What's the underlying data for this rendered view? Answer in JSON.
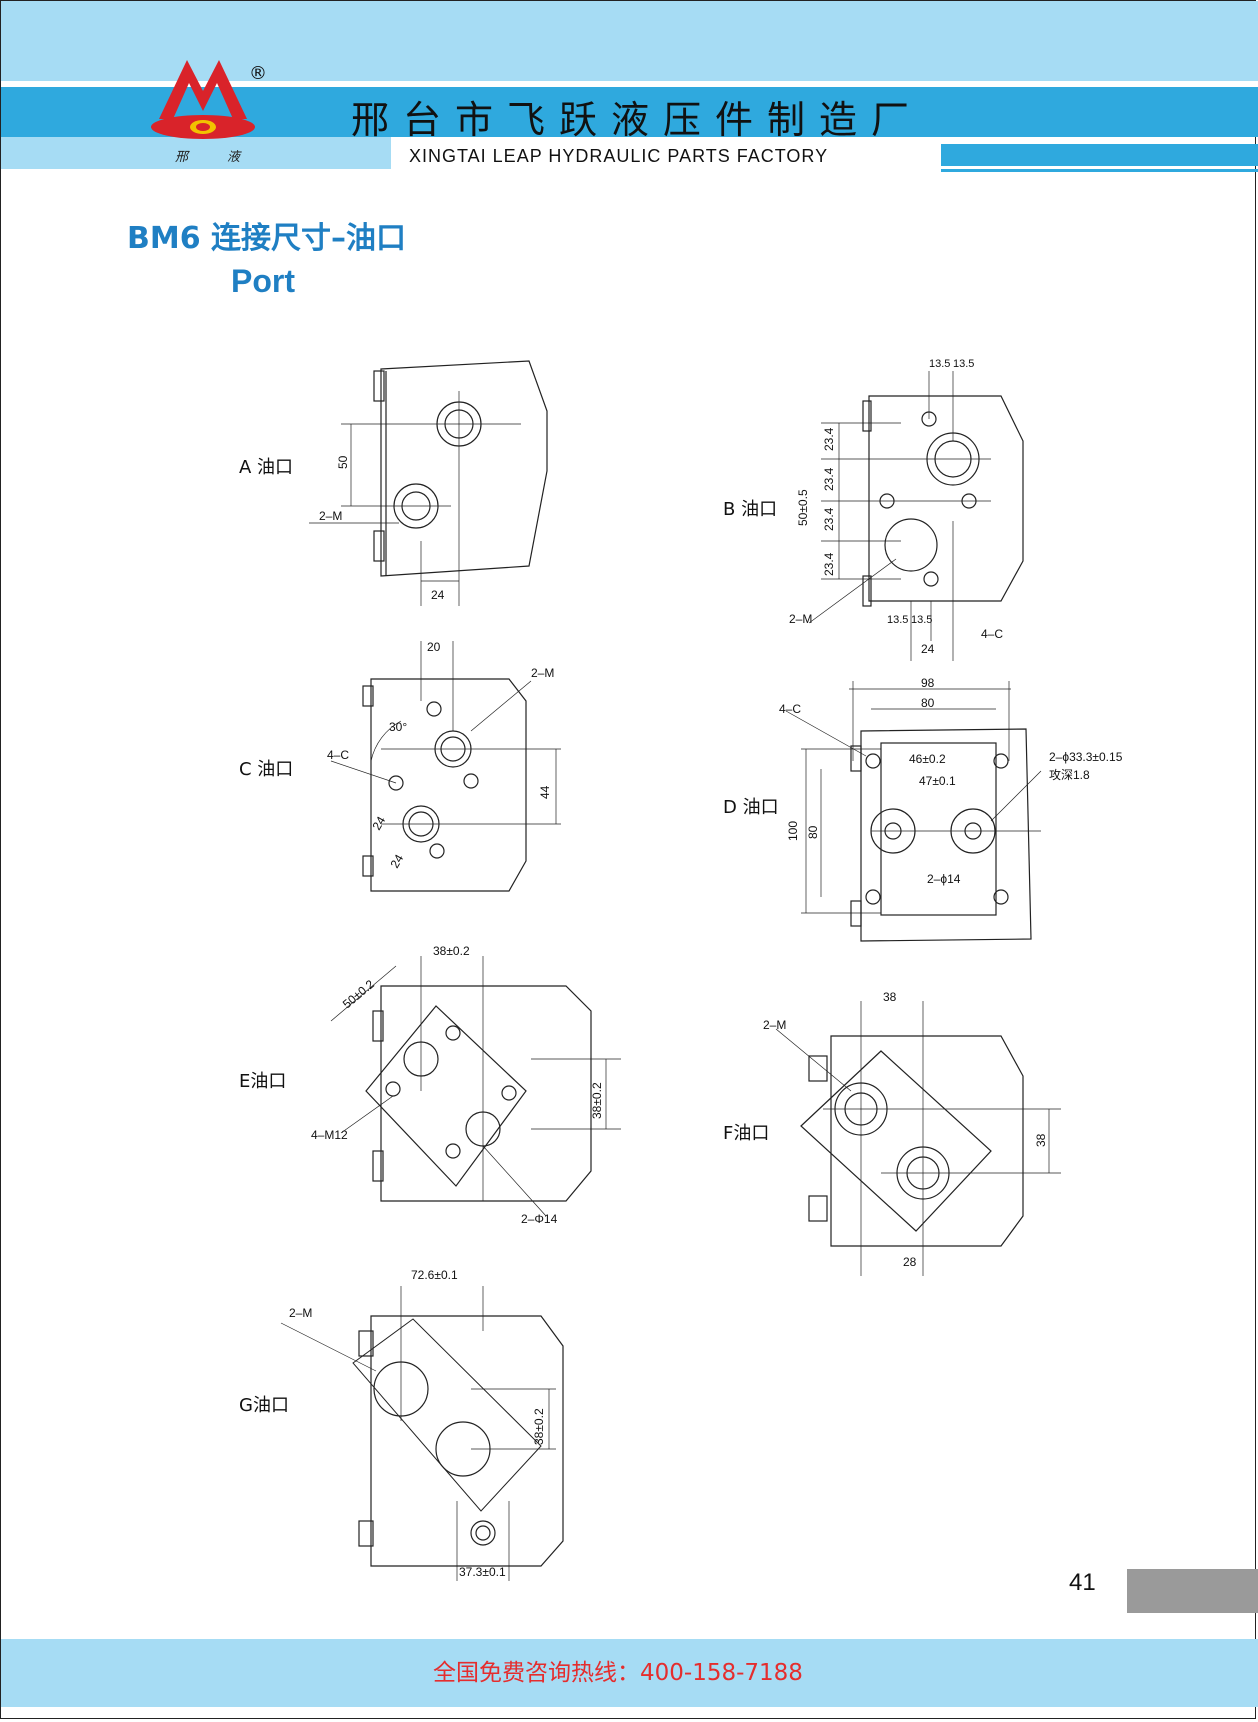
{
  "header": {
    "logo_text_left": "邢",
    "logo_text_right": "液",
    "registered": "®",
    "company_cn": "邢台市飞跃液压件制造厂",
    "company_en": "XINGTAI LEAP HYDRAULIC PARTS FACTORY"
  },
  "section": {
    "title": "BM6 连接尺寸–油口",
    "subtitle": "Port"
  },
  "ports": {
    "A": {
      "label": "A 油口",
      "dims": {
        "vertical": "50",
        "horizontal": "24",
        "thread": "2–M"
      }
    },
    "B": {
      "label": "B 油口",
      "dims": {
        "top1": "13.5",
        "top2": "13.5",
        "v1": "23.4",
        "v2": "23.4",
        "v3": "23.4",
        "v4": "23.4",
        "total": "50±0.5",
        "bottom1": "13.5",
        "bottom2": "13.5",
        "bottom_total": "24",
        "thread": "2–M",
        "holes": "4–C"
      }
    },
    "C": {
      "label": "C 油口",
      "dims": {
        "top": "20",
        "thread": "2–M",
        "angle": "30°",
        "holes": "4–C",
        "vertical": "44",
        "diag1": "24",
        "diag2": "24"
      }
    },
    "D": {
      "label": "D 油口",
      "dims": {
        "w_outer": "98",
        "w_inner": "80",
        "holes": "4–C",
        "c1": "46±0.2",
        "c2": "47±0.1",
        "h_outer": "100",
        "h_inner": "80",
        "bore_note": "2–ϕ33.3±0.15",
        "depth_note": "攻深1.8",
        "ports": "2–ϕ14"
      }
    },
    "E": {
      "label": "E油口",
      "dims": {
        "top": "38±0.2",
        "diag": "50±0.2",
        "right": "38±0.2",
        "holes": "4–M12",
        "ports": "2–Φ14"
      }
    },
    "F": {
      "label": "F油口",
      "dims": {
        "top": "38",
        "thread": "2–M",
        "right": "38",
        "bottom": "28"
      }
    },
    "G": {
      "label": "G油口",
      "dims": {
        "top": "72.6±0.1",
        "thread": "2–M",
        "right": "38±0.2",
        "bottom": "37.3±0.1"
      }
    }
  },
  "page_number": "41",
  "footer": {
    "hotline_label": "全国免费咨询热线",
    "hotline_sep": "：",
    "hotline_number": "400-158-7188"
  },
  "colors": {
    "light_blue": "#a6dcf4",
    "mid_blue": "#2fa9de",
    "title_blue": "#1f7fc3",
    "hotline_red": "#e52d2d",
    "logo_red": "#d9232a"
  }
}
